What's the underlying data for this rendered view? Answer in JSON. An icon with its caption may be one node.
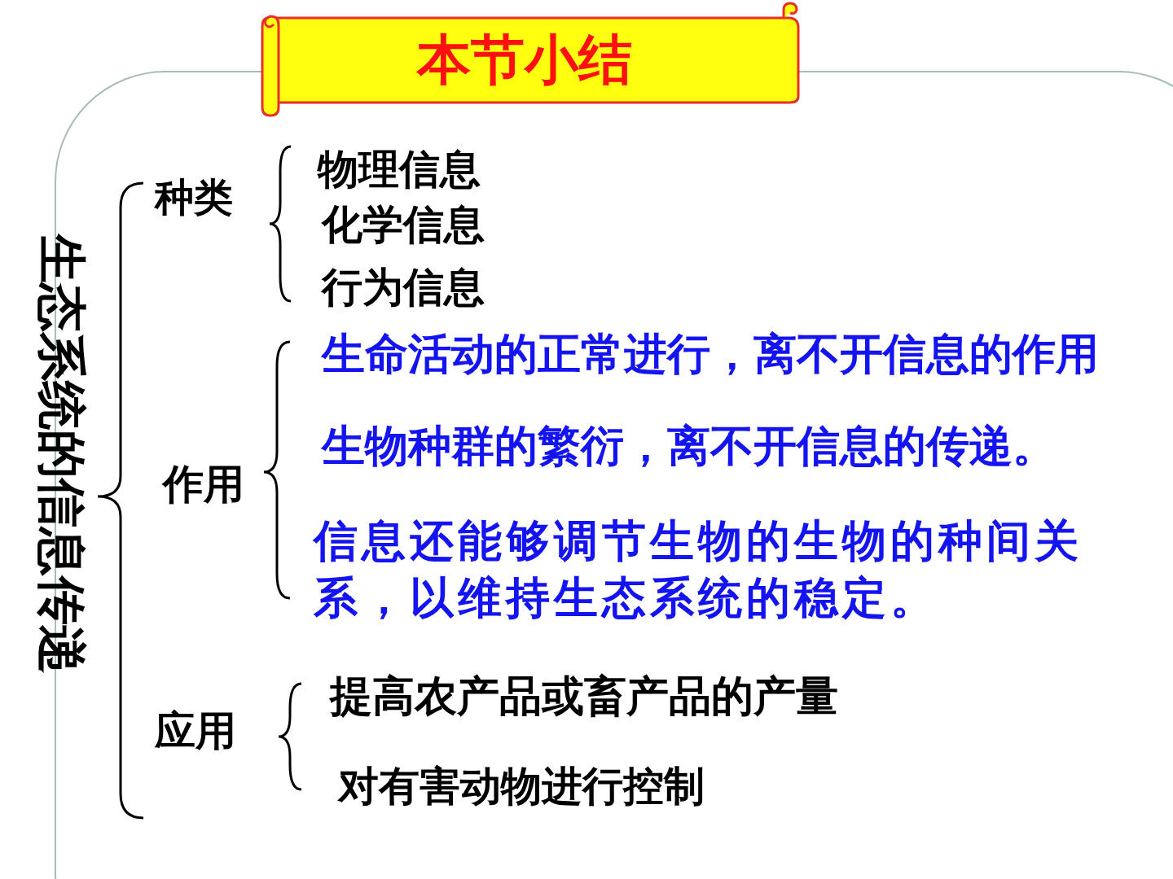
{
  "diagram": {
    "title": "本节小结",
    "labels": [
      "生态系统的信息传递",
      "种类",
      "物理信息",
      "化学信息",
      "行为信息",
      "作用",
      "生命活动的正常进行，离不开信息的作用",
      "生物种群的繁衍，离不开信息的传递。",
      "信息还能够调节生物的生物的种间关系，以维持生态系统的稳定。",
      "应用",
      "提高农产品或畜产品的产量",
      "对有害动物进行控制"
    ]
  }
}
